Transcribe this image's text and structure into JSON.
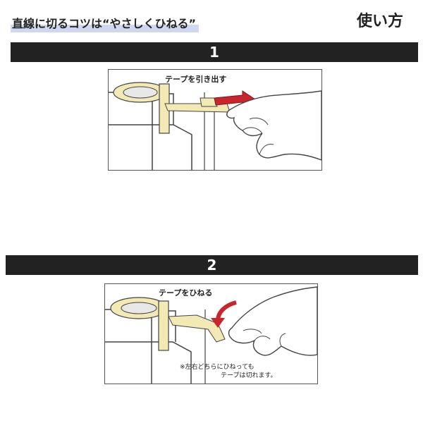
{
  "header": {
    "title": "直線に切るコツは“やさしくひねる”",
    "right_label": "使い方"
  },
  "steps": [
    {
      "number": "1",
      "caption": "テープを引き出す"
    },
    {
      "number": "2",
      "caption": "テープをひねる",
      "note_line1": "※左右どちらにひねっても",
      "note_line2": "テープは切れます。"
    }
  ],
  "colors": {
    "bar": "#222222",
    "tape": "#f3e9b5",
    "arrow": "#c8262c",
    "highlight": "#cfd8ee"
  }
}
